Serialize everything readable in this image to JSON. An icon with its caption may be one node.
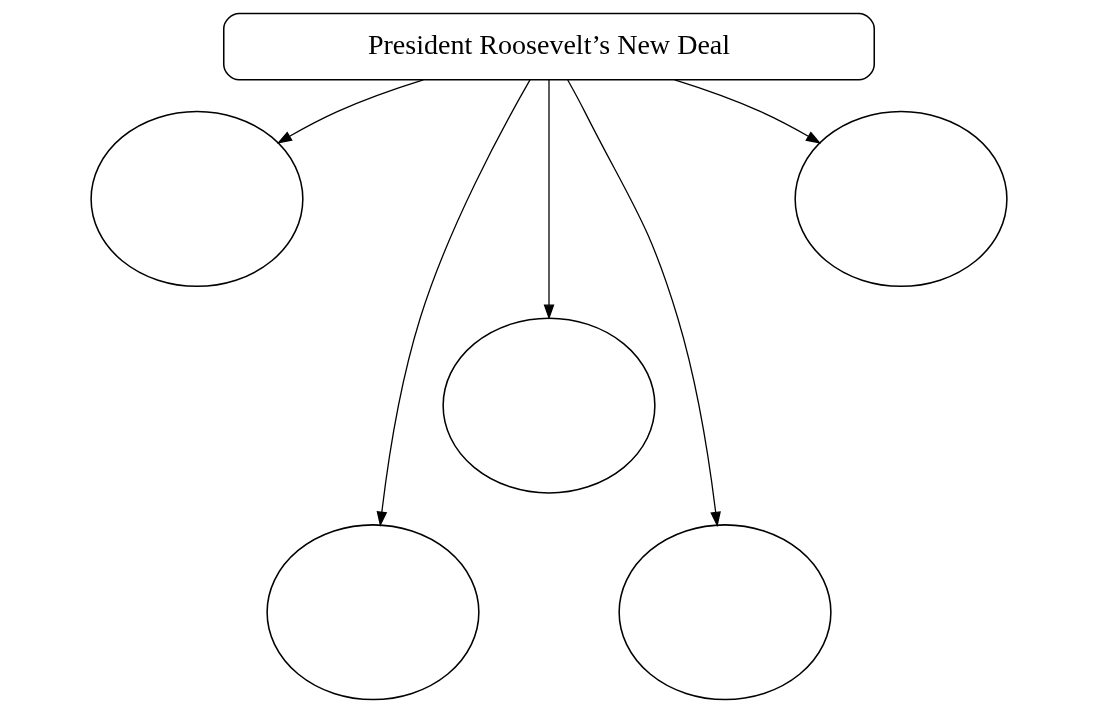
{
  "diagram": {
    "nodes": [
      {
        "text": [
          "President Roosevelt’s New Deal"
        ]
      },
      {
        "text": [],
        "shape": "ellipse"
      },
      {
        "text": [],
        "shape": "ellipse"
      },
      {
        "text": [],
        "shape": "ellipse"
      },
      {
        "text": [],
        "shape": "ellipse"
      },
      {
        "text": [],
        "shape": "ellipse"
      }
    ],
    "edges": [
      {
        "from": 0,
        "to": 1,
        "arrow": "to"
      },
      {
        "from": 0,
        "to": 2,
        "arrow": "to"
      },
      {
        "from": 0,
        "to": 3,
        "arrow": "to"
      },
      {
        "from": 0,
        "to": 4,
        "arrow": "to"
      },
      {
        "from": 0,
        "to": 5,
        "arrow": "to"
      }
    ]
  }
}
